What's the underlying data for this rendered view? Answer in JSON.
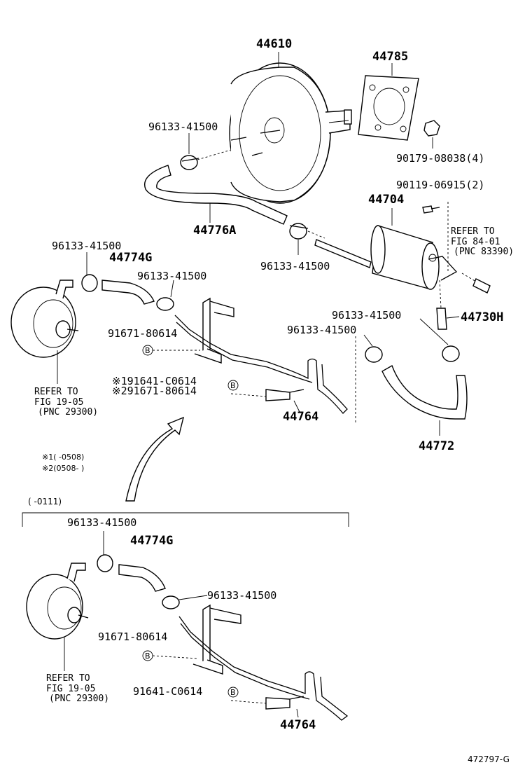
{
  "labels": {
    "booster": "44610",
    "gasket": "44785",
    "clamp_a": "96133-41500",
    "nut": "90179-08038(4)",
    "bolt": "90119-06915(2)",
    "pump": "44704",
    "hose_a": "44776A",
    "clamp_b": "96133-41500",
    "refer_a1": "REFER TO",
    "refer_a2": "FIG 84-01",
    "refer_a3": "(PNC 83390)",
    "clamp_c": "96133-41500",
    "hose_g": "44774G",
    "clamp_d": "96133-41500",
    "bolt_b": "91671-80614",
    "bolt_c1": "※191641-C0614",
    "bolt_c2": "※291671-80614",
    "pipe": "44764",
    "valve": "44730H",
    "clamp_e": "96133-41500",
    "clamp_f": "96133-41500",
    "hose_72": "44772",
    "refer_b1": "REFER TO",
    "refer_b2": "FIG 19-05",
    "refer_b3": "(PNC 29300)",
    "note1": "※1(      -0508)",
    "note2": "※2(0508-        )",
    "period": "(       -0111)",
    "lower_clamp_a": "96133-41500",
    "lower_hose_g": "44774G",
    "lower_clamp_b": "96133-41500",
    "lower_bolt_b": "91671-80614",
    "lower_refer1": "REFER TO",
    "lower_refer2": "FIG 19-05",
    "lower_refer3": "(PNC 29300)",
    "lower_bolt_c": "91641-C0614",
    "lower_pipe": "44764",
    "bolt_mark": "B",
    "diagram_id": "472797-G"
  }
}
